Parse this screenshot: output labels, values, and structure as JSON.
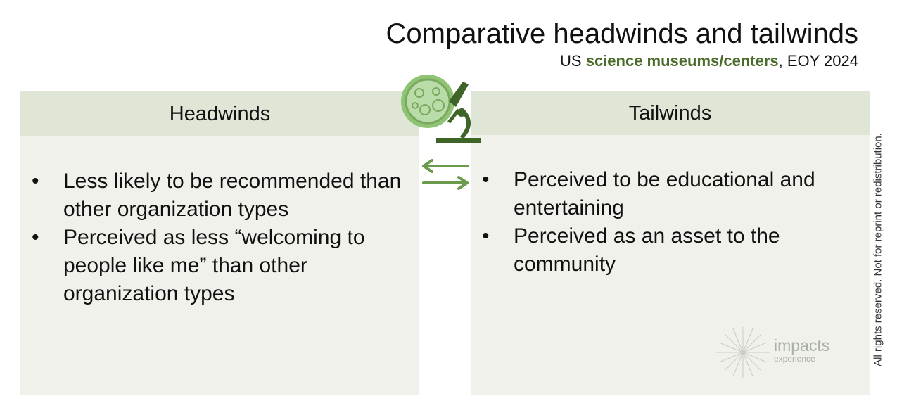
{
  "header": {
    "title": "Comparative headwinds and tailwinds",
    "subtitle_prefix": "US ",
    "subtitle_highlight": "science museums/centers",
    "subtitle_suffix": ", EOY 2024"
  },
  "headwinds": {
    "title": "Headwinds",
    "items": [
      "Less likely to be recommended than other organization types",
      "Perceived as less “welcoming to people like me” than other organization types"
    ]
  },
  "tailwinds": {
    "title": "Tailwinds",
    "items": [
      "Perceived to be educational and entertaining",
      "Perceived as an asset to the community"
    ]
  },
  "logo": {
    "name": "impacts",
    "tagline": "experience"
  },
  "footer": {
    "rights": "All rights reserved. Not for reprint or redistribution."
  },
  "icons": {
    "center": "microscope-icon",
    "arrows": "exchange-arrows-icon"
  },
  "colors": {
    "accent": "#4a6b2a",
    "header_band": "#dfe6d6",
    "panel": "#eff1ea"
  }
}
